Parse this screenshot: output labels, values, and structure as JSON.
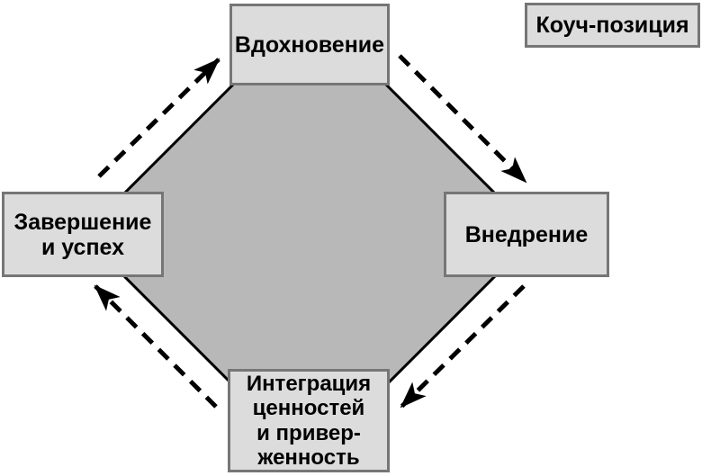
{
  "legend": {
    "label": "Коуч-позиция"
  },
  "nodes": {
    "top": {
      "label": "Вдохновение"
    },
    "right": {
      "label": "Внедрение"
    },
    "bottom": {
      "label": "Интеграция\nценностей\nи привер-\nженность"
    },
    "left": {
      "label": "Завершение\nи успех"
    }
  },
  "flow": {
    "type": "cycle",
    "direction": "clockwise",
    "edges": [
      {
        "from": "Завершение и успех",
        "to": "Вдохновение"
      },
      {
        "from": "Вдохновение",
        "to": "Внедрение"
      },
      {
        "from": "Внедрение",
        "to": "Интеграция ценностей и приверженность"
      },
      {
        "from": "Интеграция ценностей и приверженность",
        "to": "Завершение и успех"
      }
    ]
  },
  "colors": {
    "background": "#ffffff",
    "octagon_fill": "#b8b8b8",
    "octagon_stroke": "#000000",
    "node_fill": "#dcdcdc",
    "node_border": "#767676",
    "arrow": "#000000",
    "text": "#000000"
  }
}
